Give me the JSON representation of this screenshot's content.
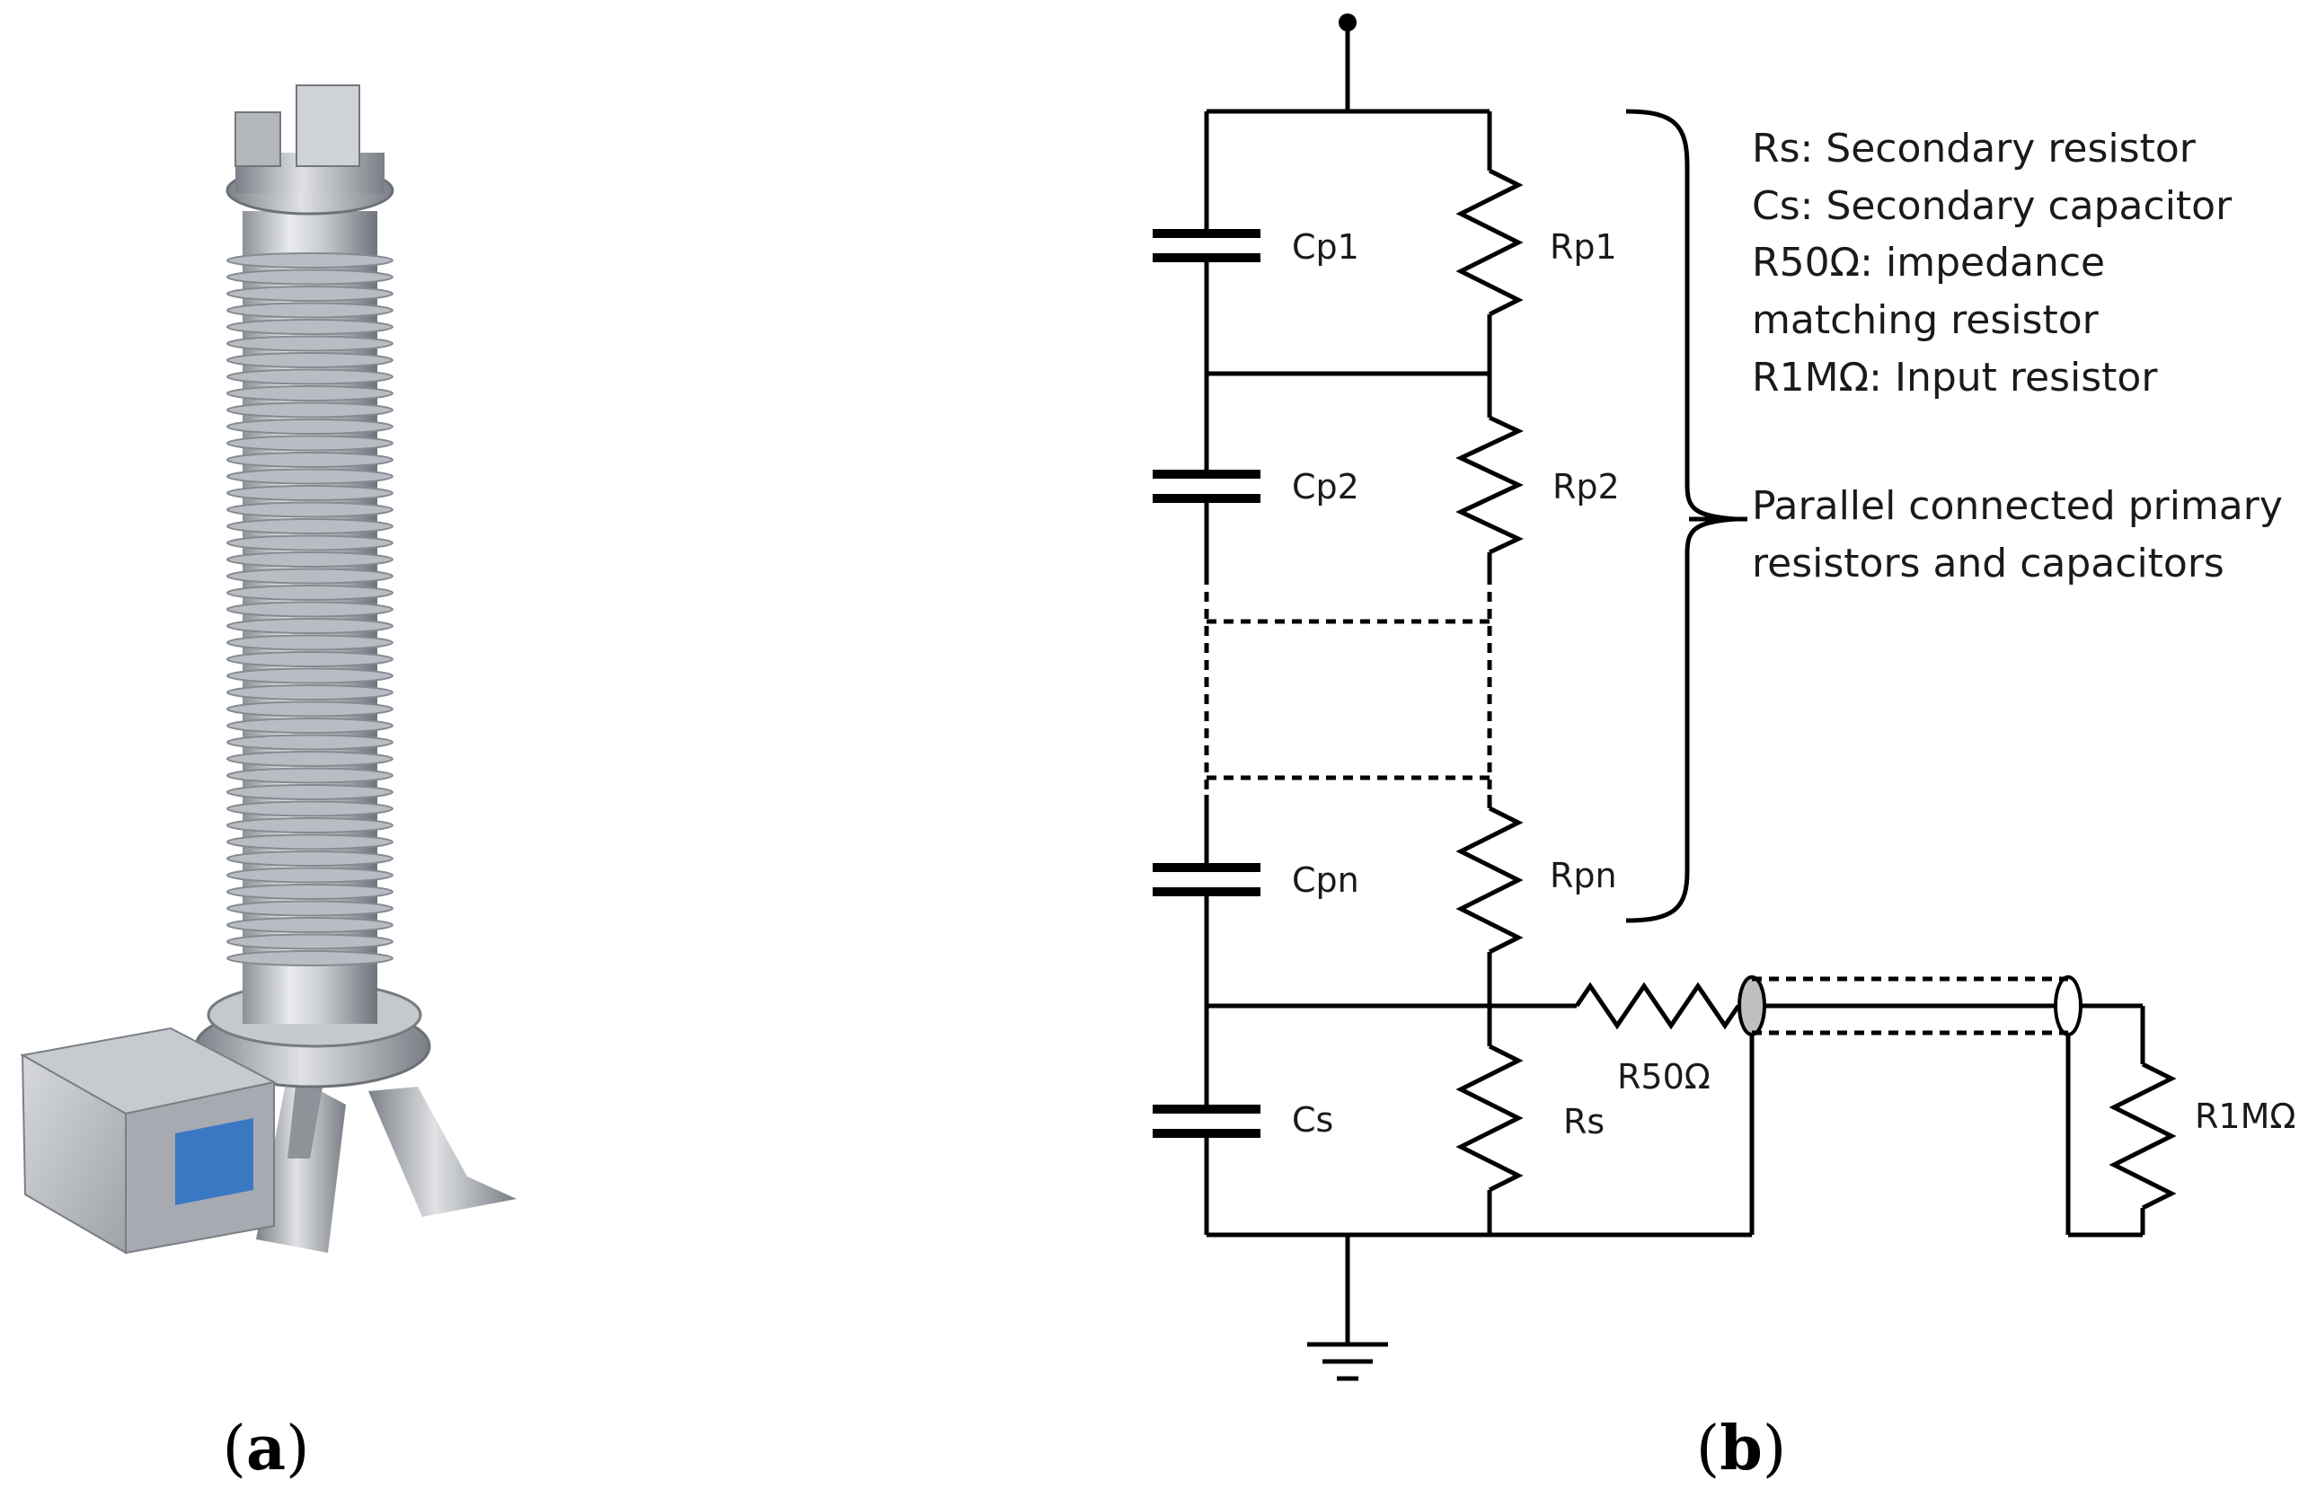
{
  "panels": {
    "a": {
      "open": "(",
      "letter": "a",
      "close": ")"
    },
    "b": {
      "open": "(",
      "letter": "b",
      "close": ")"
    }
  },
  "components": {
    "cp1": "Cp1",
    "rp1": "Rp1",
    "cp2": "Cp2",
    "rp2": "Rp2",
    "cpn": "Cpn",
    "rpn": "Rpn",
    "cs": "Cs",
    "rs": "Rs",
    "r50": "R50Ω",
    "r1m": "R1MΩ"
  },
  "legend": [
    "Rs: Secondary resistor",
    "Cs: Secondary capacitor",
    "R50Ω: impedance",
    "matching resistor",
    "R1MΩ: Input resistor"
  ],
  "brace_note": [
    "Parallel connected primary",
    "resistors and capacitors"
  ],
  "device": {
    "accent_blue": "#3b78c4",
    "body_grey": "#c9ccd1",
    "shed_grey": "#b9bdc3"
  }
}
